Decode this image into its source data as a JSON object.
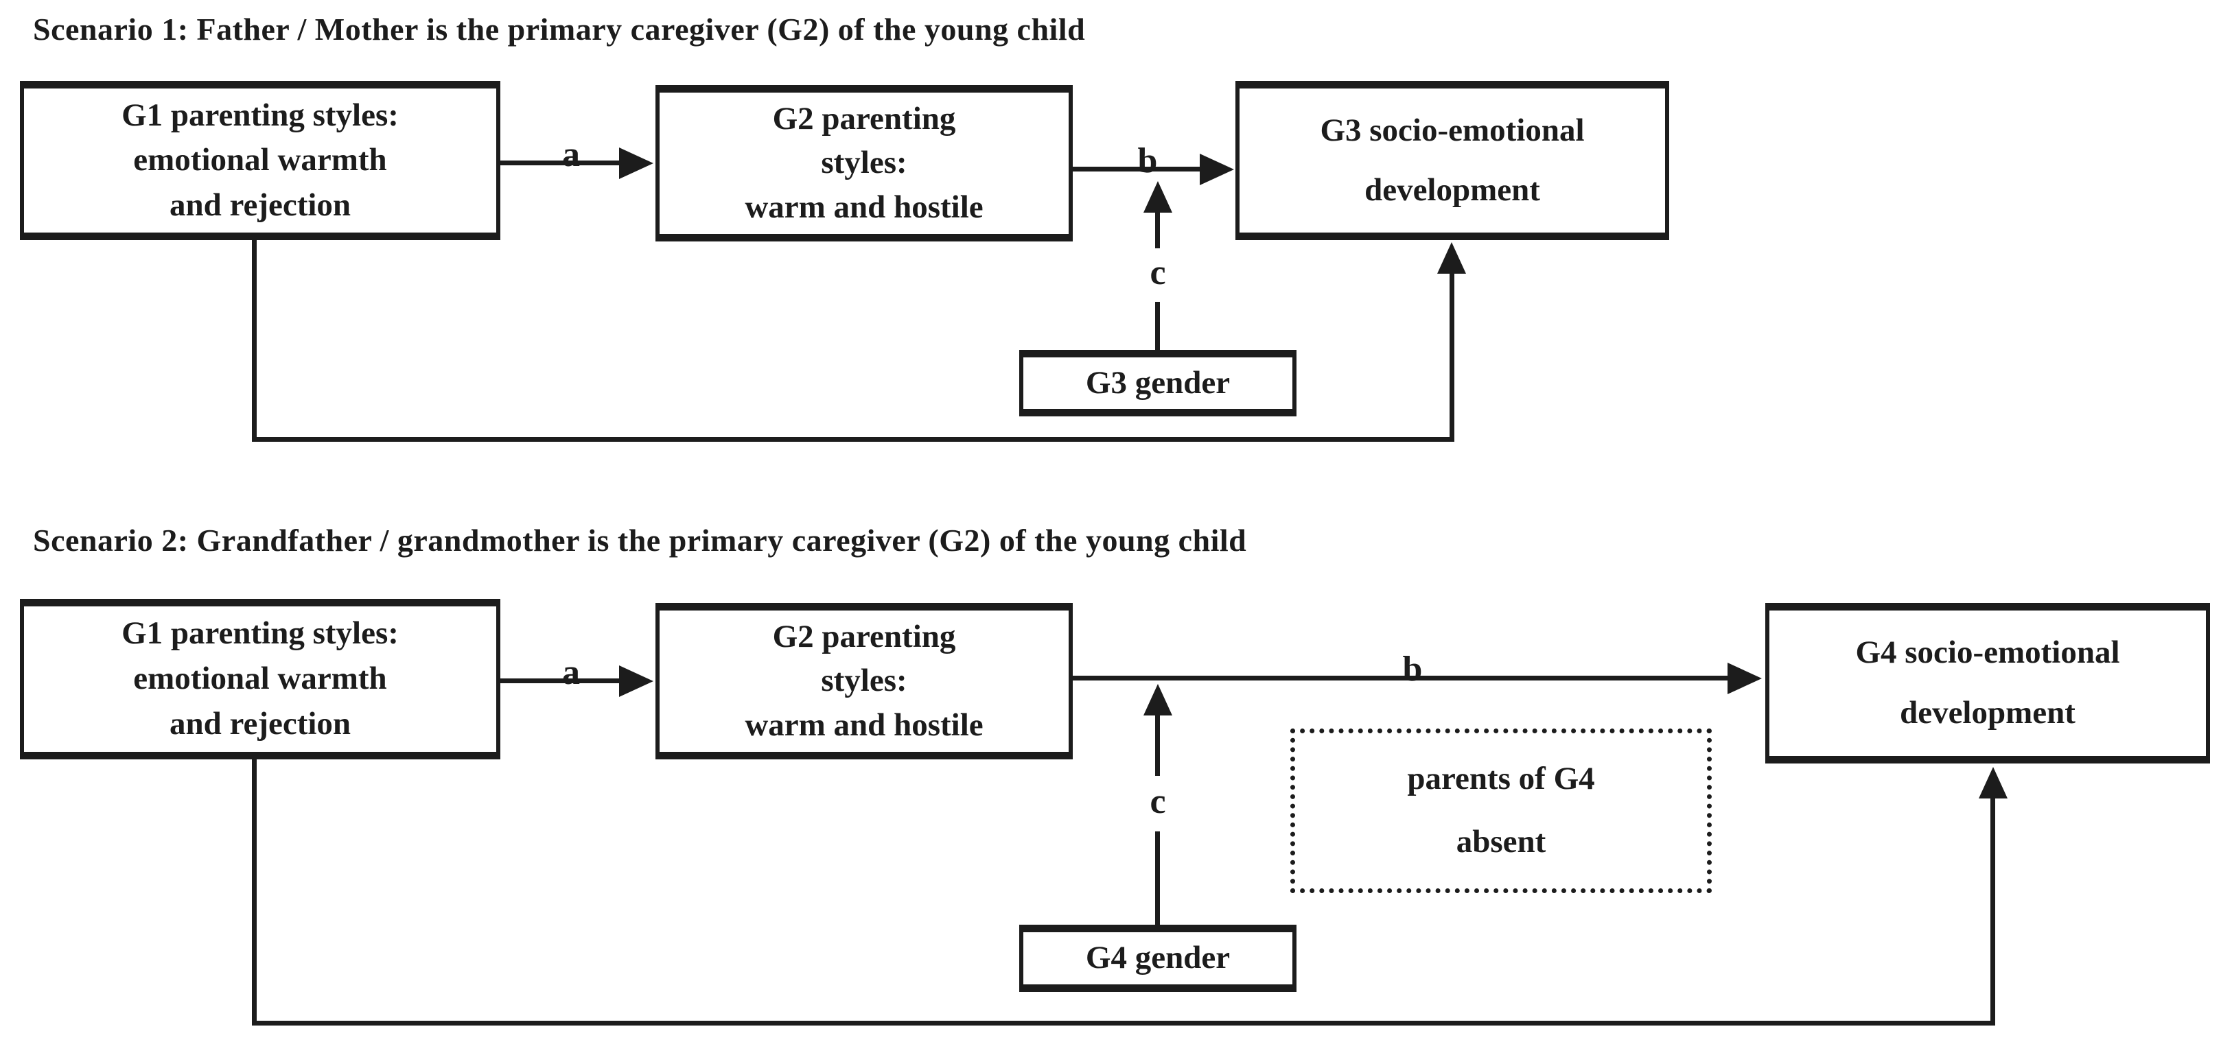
{
  "colors": {
    "ink": "#1c1c1c",
    "background": "#ffffff"
  },
  "scenario1": {
    "title": "Scenario 1: Father / Mother is the primary caregiver (G2) of the young child",
    "g1_box": {
      "lines": [
        "G1 parenting styles:",
        "emotional warmth",
        "and rejection"
      ]
    },
    "g2_box": {
      "lines": [
        "G2 parenting",
        "styles:",
        "warm and hostile"
      ]
    },
    "g3_box": {
      "lines": [
        "G3 socio-emotional",
        "development"
      ]
    },
    "gender_box": {
      "label": "G3 gender"
    },
    "path_a_label": "a",
    "path_b_label": "b",
    "path_c_label": "c"
  },
  "scenario2": {
    "title": "Scenario 2: Grandfather / grandmother is the primary caregiver (G2) of the young child",
    "g1_box": {
      "lines": [
        "G1 parenting styles:",
        "emotional warmth",
        "and rejection"
      ]
    },
    "g2_box": {
      "lines": [
        "G2 parenting",
        "styles:",
        "warm and hostile"
      ]
    },
    "g4_box": {
      "lines": [
        "G4 socio-emotional",
        "development"
      ]
    },
    "gender_box": {
      "label": "G4 gender"
    },
    "absent_box": {
      "lines": [
        "parents of G4",
        "absent"
      ]
    },
    "path_a_label": "a",
    "path_b_label": "b",
    "path_c_label": "c"
  }
}
